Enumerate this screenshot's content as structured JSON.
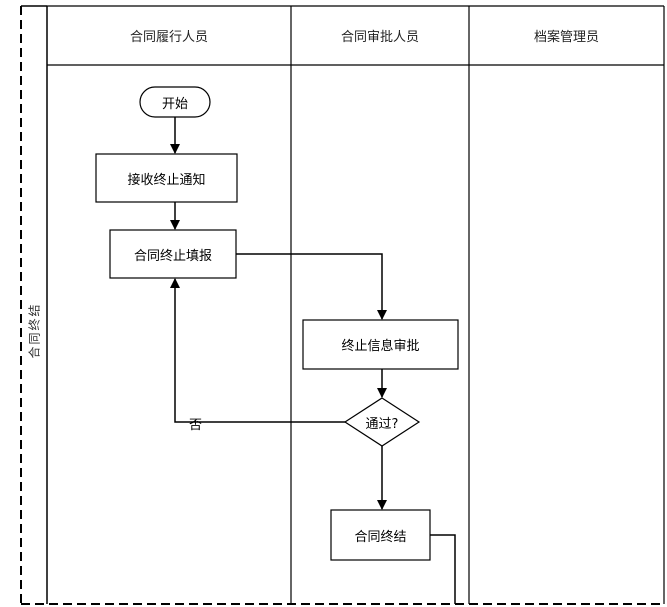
{
  "diagram": {
    "pool_label": "合同终结",
    "lanes": [
      {
        "label": "合同履行人员"
      },
      {
        "label": "合同审批人员"
      },
      {
        "label": "档案管理员"
      }
    ],
    "nodes": {
      "start": "开始",
      "receive_notice": "接收终止通知",
      "fill_report": "合同终止填报",
      "approve_info": "终止信息审批",
      "decision": "通过?",
      "contract_end": "合同终结"
    },
    "edge_labels": {
      "reject": "否"
    }
  }
}
